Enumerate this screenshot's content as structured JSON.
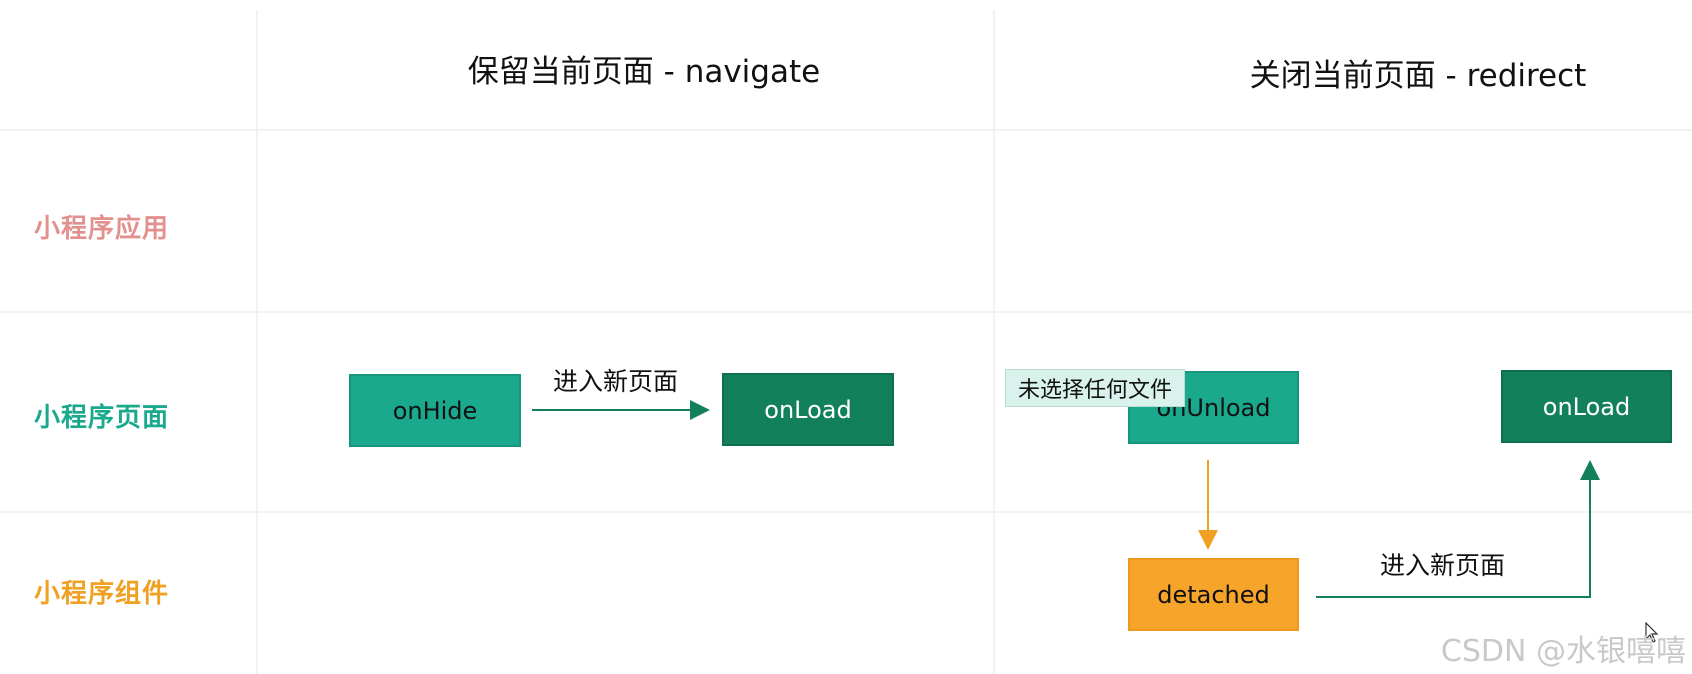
{
  "headers": {
    "navigate": "保留当前页面 - navigate",
    "redirect": "关闭当前页面 - redirect"
  },
  "rows": {
    "app": "小程序应用",
    "page": "小程序页面",
    "component": "小程序组件"
  },
  "colors": {
    "app_label": "#e3918e",
    "page_label": "#1aa98c",
    "component_label": "#f0a023",
    "box_light": "#1aa98c",
    "box_dark": "#12805a",
    "box_orange": "#f7a42a",
    "arrow_green": "#12805a",
    "arrow_orange": "#f0a023"
  },
  "navigate_flow": {
    "from": "onHide",
    "to": "onLoad",
    "arrow_label": "进入新页面"
  },
  "redirect_flow": {
    "unload": "onUnload",
    "detached": "detached",
    "target": "onLoad",
    "arrow_label": "进入新页面"
  },
  "tooltip": "未选择任何文件",
  "watermark": "CSDN @水银嘻嘻"
}
